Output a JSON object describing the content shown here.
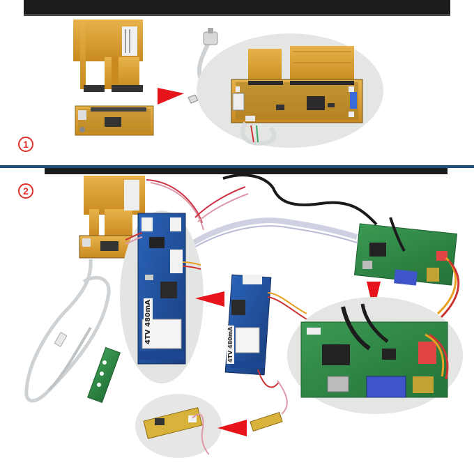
{
  "steps": {
    "step1": "1",
    "step2": "2"
  },
  "labels": {
    "inverter_rating": "4TV 480mA",
    "inverter_rating_small": "4TV 480mA"
  },
  "colors": {
    "divider": "#1f4e79",
    "arrow": "#e8141b",
    "step_circle": "#e0302a",
    "panel_bezel": "#1c1c1c",
    "fpc_gold": "#d69b2e",
    "pcb_green": "#2f8a45",
    "pcb_blue": "#1f4f9c",
    "zoom_bg": "#e4e6e3"
  },
  "icons": [
    "red-arrow-icon",
    "circled-number-icon"
  ]
}
